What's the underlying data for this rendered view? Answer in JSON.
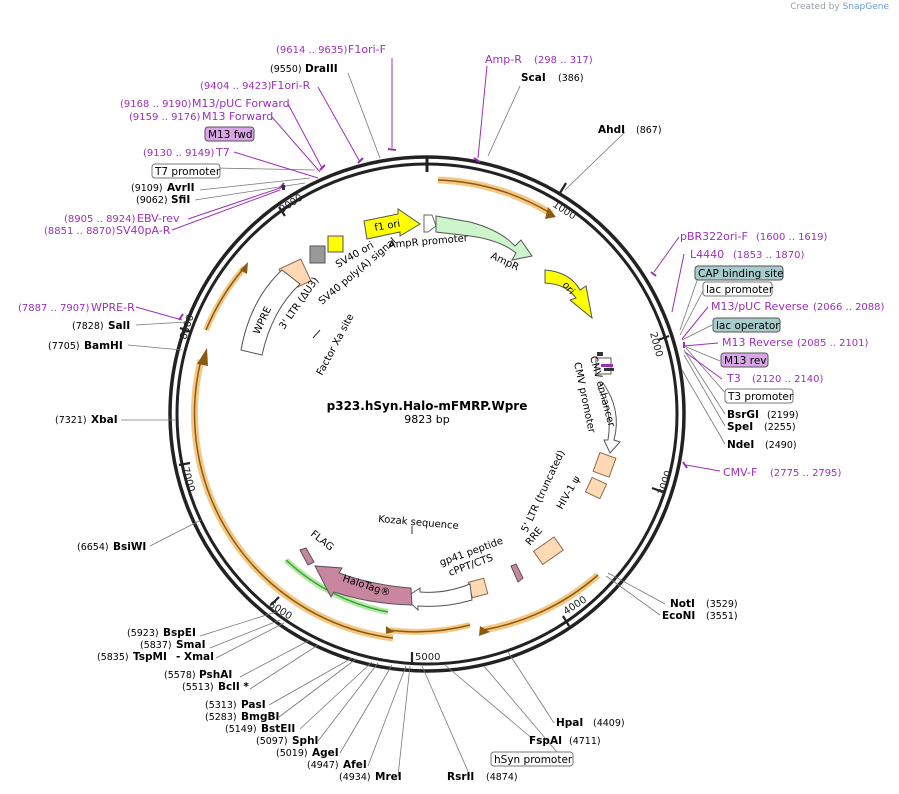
{
  "credit": {
    "prefix": "Created by",
    "brand": "SnapGene"
  },
  "plasmid": {
    "name": "p323.hSyn.Halo-mFMRP.Wpre",
    "size": "9823 bp",
    "length": 9823
  },
  "colors": {
    "enzyme_label": "#000000",
    "primer": "#9b30b8",
    "ring": "#222222",
    "orange_arrow": "#e8a23a",
    "halo_fill": "#c8879f",
    "ampr_fill": "#ccf5cc",
    "ori_fill": "#ffff00",
    "feature_peach": "#ffd9b3",
    "lac_operator_fill": "#a8cccc",
    "green_arc": "#2ea82e"
  },
  "ticks": [
    "1000",
    "2000",
    "3000",
    "4000",
    "5000",
    "6000",
    "7000",
    "8000",
    "9000"
  ],
  "enzymes": [
    {
      "name": "ScaI",
      "pos": "(386)"
    },
    {
      "name": "AhdI",
      "pos": "(867)"
    },
    {
      "name": "DraIII",
      "pos": "(9550)"
    },
    {
      "name": "AvrII",
      "pos": "(9109)"
    },
    {
      "name": "SfiI",
      "pos": "(9062)"
    },
    {
      "name": "SalI",
      "pos": "(7828)"
    },
    {
      "name": "BamHI",
      "pos": "(7705)"
    },
    {
      "name": "XbaI",
      "pos": "(7321)"
    },
    {
      "name": "BsiWI",
      "pos": "(6654)"
    },
    {
      "name": "BspEI",
      "pos": "(5923)"
    },
    {
      "name": "SmaI",
      "pos": "(5837)"
    },
    {
      "name": "TspMI",
      "pos": "(5835)"
    },
    {
      "name": "- XmaI",
      "pos": ""
    },
    {
      "name": "PshAI",
      "pos": "(5578)"
    },
    {
      "name": "BclI *",
      "pos": "(5513)"
    },
    {
      "name": "PasI",
      "pos": "(5313)"
    },
    {
      "name": "BmgBI",
      "pos": "(5283)"
    },
    {
      "name": "BstEII",
      "pos": "(5149)"
    },
    {
      "name": "SphI",
      "pos": "(5097)"
    },
    {
      "name": "AgeI",
      "pos": "(5019)"
    },
    {
      "name": "AfeI",
      "pos": "(4947)"
    },
    {
      "name": "MreI",
      "pos": "(4934)"
    },
    {
      "name": "RsrII",
      "pos": "(4874)"
    },
    {
      "name": "FspAI",
      "pos": "(4711)"
    },
    {
      "name": "HpaI",
      "pos": "(4409)"
    },
    {
      "name": "NotI",
      "pos": "(3529)"
    },
    {
      "name": "EcoNI",
      "pos": "(3551)"
    },
    {
      "name": "BsrGI",
      "pos": "(2199)"
    },
    {
      "name": "SpeI",
      "pos": "(2255)"
    },
    {
      "name": "NdeI",
      "pos": "(2490)"
    }
  ],
  "primers": [
    {
      "name": "F1ori-F",
      "range": "(9614 .. 9635)"
    },
    {
      "name": "F1ori-R",
      "range": "(9404 .. 9423)"
    },
    {
      "name": "M13/pUC Forward",
      "range": "(9168 .. 9190)"
    },
    {
      "name": "M13 Forward",
      "range": "(9159 .. 9176)"
    },
    {
      "name": "T7",
      "range": "(9130 .. 9149)"
    },
    {
      "name": "EBV-rev",
      "range": "(8905 .. 8924)"
    },
    {
      "name": "SV40pA-R",
      "range": "(8851 .. 8870)"
    },
    {
      "name": "WPRE-R",
      "range": "(7887 .. 7907)"
    },
    {
      "name": "Amp-R",
      "range": "(298 .. 317)"
    },
    {
      "name": "pBR322ori-F",
      "range": "(1600 .. 1619)"
    },
    {
      "name": "L4440",
      "range": "(1853 .. 1870)"
    },
    {
      "name": "M13/pUC Reverse",
      "range": "(2066 .. 2088)"
    },
    {
      "name": "M13 Reverse",
      "range": "(2085 .. 2101)"
    },
    {
      "name": "T3",
      "range": "(2120 .. 2140)"
    },
    {
      "name": "CMV-F",
      "range": "(2775 .. 2795)"
    }
  ],
  "boxed_labels": [
    {
      "name": "M13 fwd"
    },
    {
      "name": "T7 promoter"
    },
    {
      "name": "CAP binding site"
    },
    {
      "name": "lac promoter"
    },
    {
      "name": "lac operator"
    },
    {
      "name": "M13 rev"
    },
    {
      "name": "T3 promoter"
    },
    {
      "name": "hSyn promoter"
    }
  ],
  "features": {
    "f1_ori": "f1 ori",
    "ori": "ori",
    "ampr": "AmpR",
    "ampr_promoter": "AmpR promoter",
    "sv40_ori": "SV40 ori",
    "sv40_polya": "SV40 poly(A) signal",
    "ltr3": "3' LTR (ΔU3)",
    "wpre": "WPRE",
    "factor_xa": "Factor Xa site",
    "cmv_enhancer": "CMV enhancer",
    "cmv_promoter": "CMV promoter",
    "ltr5": "5' LTR (truncated)",
    "hiv_psi": "HIV-1 ψ",
    "rre": "RRE",
    "gp41": "gp41 peptide",
    "cppt": "cPPT/CTS",
    "kozak": "Kozak sequence",
    "flag": "FLAG",
    "halotag": "HaloTag®"
  }
}
